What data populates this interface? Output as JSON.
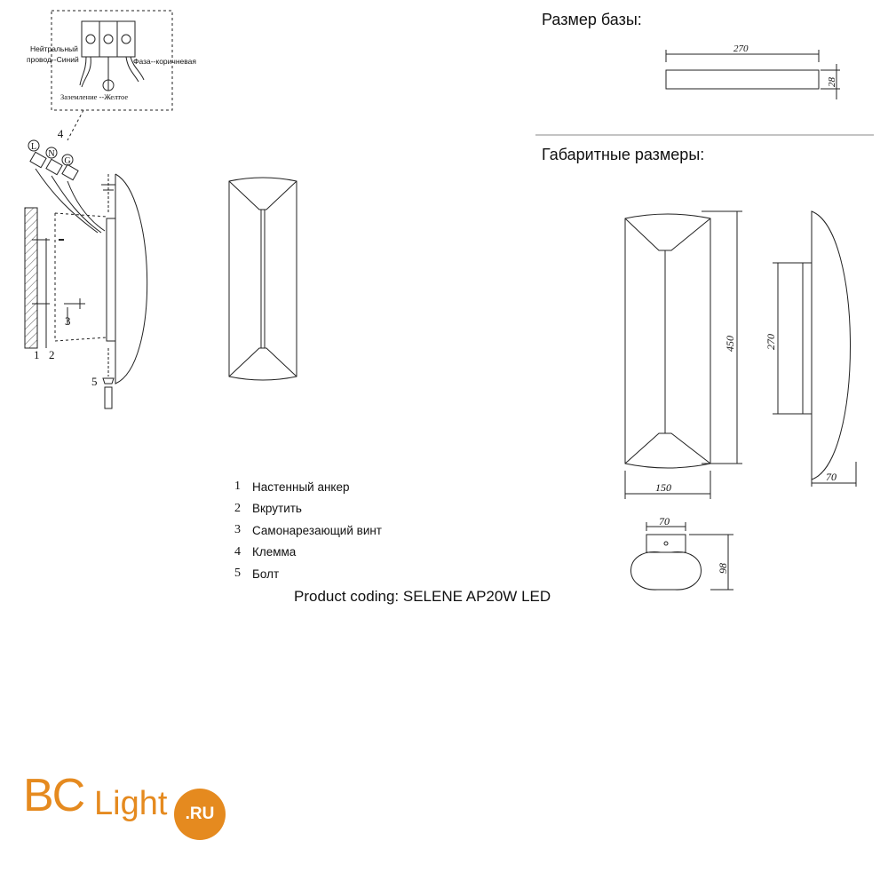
{
  "wiring": {
    "neutral_line1": "Нейтральный",
    "neutral_line2": "провод--Синий",
    "phase": "Фаза--коричневая",
    "ground": "Заземление --Желтое",
    "term_l": "L",
    "term_n": "N",
    "term_g": "G",
    "callout_4": "4",
    "callout_1": "1",
    "callout_2": "2",
    "callout_3": "3",
    "callout_5": "5"
  },
  "base_size": {
    "title": "Размер базы:",
    "length": "270",
    "height": "28"
  },
  "overall_size": {
    "title": "Габаритные размеры:",
    "height": "450",
    "width": "150",
    "base_length": "270",
    "depth": "70",
    "top_depth": "70",
    "top_width": "98"
  },
  "legend": [
    {
      "num": "1",
      "text": "Настенный анкер"
    },
    {
      "num": "2",
      "text": "Вкрутить"
    },
    {
      "num": "3",
      "text": "Самонарезающий винт"
    },
    {
      "num": "4",
      "text": "Клемма"
    },
    {
      "num": "5",
      "text": "Болт"
    }
  ],
  "product_coding": "Product coding: SELENE AP20W LED",
  "logo": {
    "bc": "BC",
    "light": "Light",
    "ru": ".RU"
  },
  "colors": {
    "line": "#222222",
    "logo": "#e58a1f"
  }
}
